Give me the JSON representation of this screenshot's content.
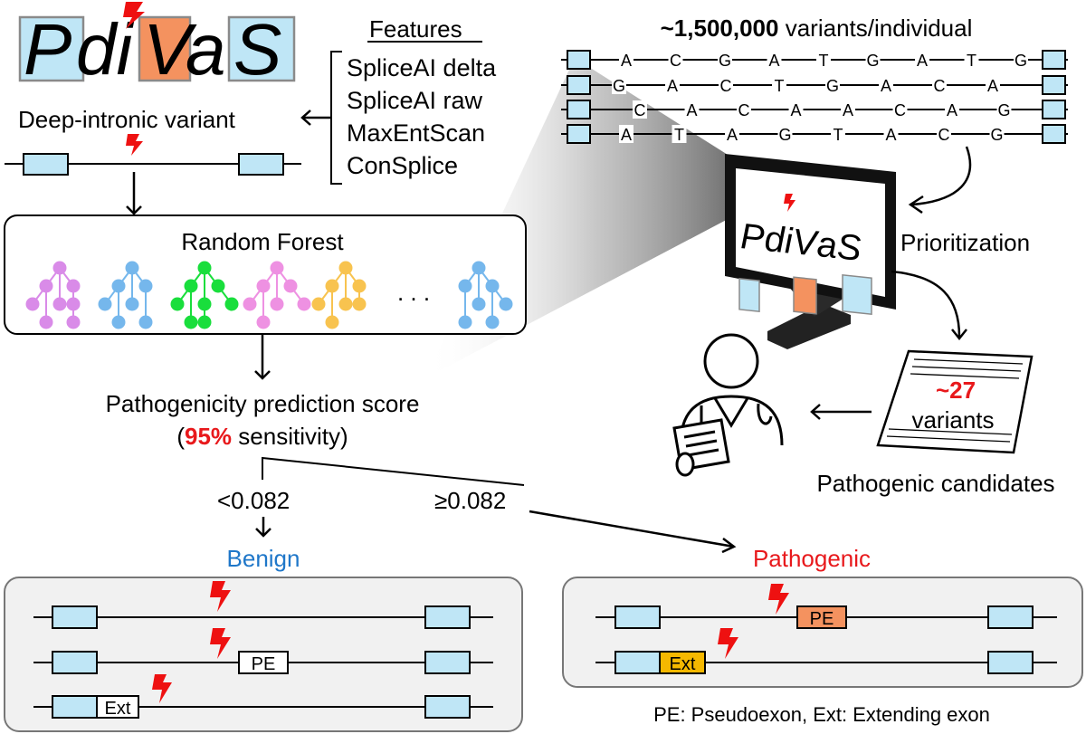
{
  "logo": {
    "letters": [
      "P",
      "di",
      "V",
      "a",
      "S"
    ]
  },
  "features": {
    "heading": "Features",
    "items": [
      "SpliceAI delta",
      "SpliceAI raw",
      "MaxEntScan",
      "ConSplice"
    ]
  },
  "deep_intronic_label": "Deep-intronic variant",
  "random_forest_label": "Random Forest",
  "random_forest_ellipsis": ". . .",
  "score_label": "Pathogenicity prediction score",
  "sensitivity": {
    "open": "(",
    "value": "95%",
    "rest": " sensitivity)"
  },
  "thresholds": {
    "low": "<0.082",
    "high": "≥0.082"
  },
  "benign_label": "Benign",
  "pathogenic_label": "Pathogenic",
  "pe_label": "PE",
  "ext_label": "Ext",
  "legend_note": "PE: Pseudoexon, Ext: Extending exon",
  "variants_header": {
    "count": "~1,500,000",
    "rest": " variants/individual"
  },
  "sequences": [
    [
      "A",
      "C",
      "G",
      "A",
      "T",
      "G",
      "A",
      "T",
      "G"
    ],
    [
      "G",
      "A",
      "C",
      "T",
      "G",
      "A",
      "C",
      "A"
    ],
    [
      "C",
      "A",
      "C",
      "A",
      "A",
      "C",
      "A",
      "G"
    ],
    [
      "A",
      "T",
      "A",
      "G",
      "T",
      "A",
      "C",
      "G"
    ]
  ],
  "prioritization_label": "Prioritization",
  "candidates": {
    "count": "~27",
    "unit": "variants",
    "caption": "Pathogenic candidates"
  },
  "colors": {
    "exon": "#bfe6f6",
    "logo_orange": "#f4925f",
    "logo_blue": "#bfe6f6",
    "bolt": "#ee1111",
    "benign": "#1f77c9",
    "pathogenic": "#e8191c",
    "highlight_red": "#e8191c",
    "pe_orange": "#f4925f",
    "ext_yellow": "#f5b800",
    "panel_fill": "#f1f1f1",
    "tree_colors": [
      "#d98be8",
      "#75b7ec",
      "#19de3c",
      "#ee91e2",
      "#f8c34f",
      "#75b7ec"
    ]
  }
}
